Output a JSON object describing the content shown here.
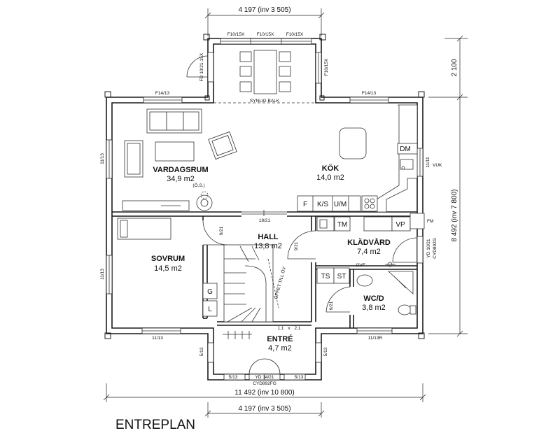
{
  "title": "ENTREPLAN",
  "rooms": {
    "vardagsrum": {
      "name": "VARDAGSRUM",
      "area": "34,9 m2"
    },
    "kok": {
      "name": "KÖK",
      "area": "14,0 m2"
    },
    "hall": {
      "name": "HALL",
      "area": "13,8 m2"
    },
    "sovrum": {
      "name": "SOVRUM",
      "area": "14,5 m2"
    },
    "kladvard": {
      "name": "KLÄDVÅRD",
      "area": "7,4 m2"
    },
    "wcd": {
      "name": "WC/D",
      "area": "3,8 m2"
    },
    "entre": {
      "name": "ENTRÉ",
      "area": "4,7 m2"
    }
  },
  "appliances": {
    "f": "F",
    "ks": "K/S",
    "um": "U/M",
    "dm": "DM",
    "tm": "TM",
    "vp": "VP",
    "ts": "TS",
    "st": "ST",
    "g": "G",
    "l": "L"
  },
  "labels": {
    "win_top1": "F10/15X",
    "win_top2": "F10/15X",
    "win_top3": "F10/15X",
    "win_left_bay": "FD 10/21-15X",
    "win_right_bay": "F10/15X",
    "synlig_balk": "SYNLIG BALK",
    "f14_left": "F14/13",
    "f14_right": "F14/13",
    "win_left_upper": "11/13",
    "win_left_lower": "11/13",
    "win_right_upper": "11/11",
    "vuk": "VUK",
    "os": "(Ö.S.)",
    "door_1821": "18/21",
    "door_hall": "9/21",
    "door_klad": "9/21",
    "door_wc": "9/21",
    "fm": "FM",
    "yd_side": "YD 10/21",
    "cyd_side": "CYD892G",
    "gvf": "GVF",
    "oppet": "ÖPPET TILL ÖV",
    "stair_dim_a": "1,1",
    "stair_dim_x": "x",
    "stair_dim_b": "2,1",
    "win_bottom_left": "11/13",
    "win_bottom_right": "11/13R",
    "entre_513_a": "5/13",
    "entre_513_b": "5/13",
    "entre_513_c": "5/13",
    "entre_513_d": "5/13",
    "yd_bottom": "YD 14/21",
    "cyd_bottom": "CYD892FG"
  },
  "dimensions": {
    "top": "4 197 (inv 3 505)",
    "bottom_total": "11 492 (inv 10 800)",
    "bottom_inner": "4 197 (inv 3 505)",
    "right_total": "8 492 (inv 7 800)",
    "right_bay": "2 100"
  }
}
